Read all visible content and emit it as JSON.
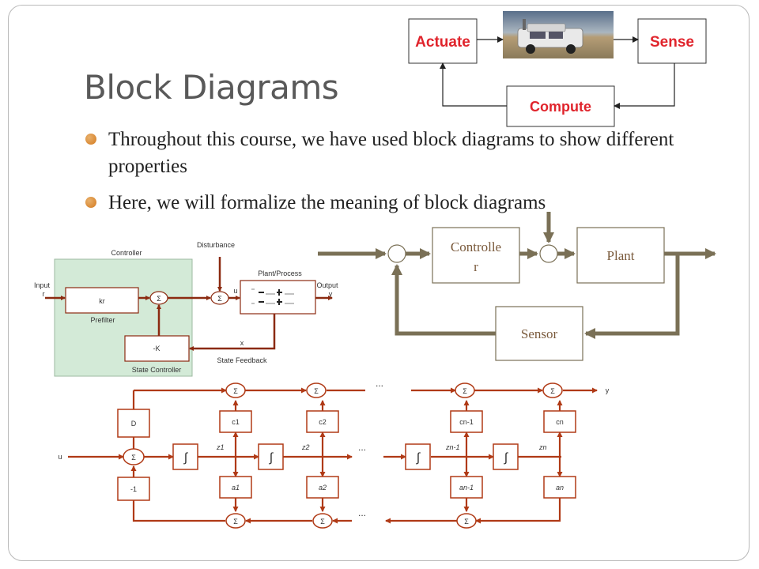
{
  "slide": {
    "title": "Block Diagrams",
    "bullets": [
      "Throughout this course, we have used block diagrams to show different properties",
      "Here, we will formalize the meaning of block diagrams"
    ]
  },
  "loop": {
    "actuate": "Actuate",
    "sense": "Sense",
    "compute": "Compute",
    "vehicle_image": "autonomous vehicle photo"
  },
  "feedback": {
    "controller_line1": "Controlle",
    "controller_line2": "r",
    "plant": "Plant",
    "sensor": "Sensor"
  },
  "state_diagram": {
    "controller_title": "Controller",
    "disturbance": "Disturbance",
    "plant_process": "Plant/Process",
    "input_line1": "Input",
    "input_line2": "r",
    "output_line1": "Output",
    "output_line2": "y",
    "kr": "kr",
    "prefilter": "Prefilter",
    "sum": "Σ",
    "u": "u",
    "neg_k": "-K",
    "x": "x",
    "state_controller": "State Controller",
    "state_feedback": "State Feedback"
  },
  "realization": {
    "d": "D",
    "u": "u",
    "y": "y",
    "minus_one": "-1",
    "sum": "Σ",
    "integral": "∫",
    "c1": "c1",
    "c2": "c2",
    "cn1": "cn-1",
    "cn": "cn",
    "a1": "a1",
    "a2": "a2",
    "an1": "an-1",
    "an": "an",
    "z1": "z1",
    "z2": "z2",
    "zn1": "zn-1",
    "zn": "zn",
    "ellipsis": "..."
  },
  "colors": {
    "title": "#595959",
    "bullet": "#d47a1e",
    "loop_red": "#e0242c",
    "olive": "#7a7056",
    "fb_text": "#7a5a3c",
    "wire": "#b03a16",
    "controller_fill": "#d3ead7"
  }
}
